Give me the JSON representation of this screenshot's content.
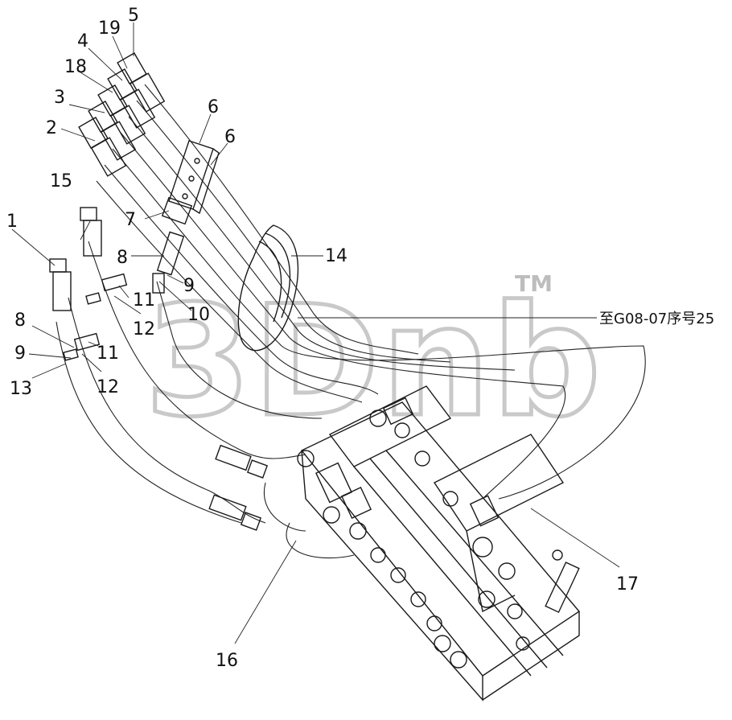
{
  "callouts": [
    {
      "id": "c5",
      "text": "5"
    },
    {
      "id": "c19",
      "text": "19"
    },
    {
      "id": "c4",
      "text": "4"
    },
    {
      "id": "c18",
      "text": "18"
    },
    {
      "id": "c3",
      "text": "3"
    },
    {
      "id": "c2",
      "text": "2"
    },
    {
      "id": "c6a",
      "text": "6"
    },
    {
      "id": "c6b",
      "text": "6"
    },
    {
      "id": "c15",
      "text": "15"
    },
    {
      "id": "c1",
      "text": "1"
    },
    {
      "id": "c7",
      "text": "7"
    },
    {
      "id": "c8a",
      "text": "8"
    },
    {
      "id": "c9a",
      "text": "9"
    },
    {
      "id": "c10",
      "text": "10"
    },
    {
      "id": "c11a",
      "text": "11"
    },
    {
      "id": "c12a",
      "text": "12"
    },
    {
      "id": "c14",
      "text": "14"
    },
    {
      "id": "c8b",
      "text": "8"
    },
    {
      "id": "c9b",
      "text": "9"
    },
    {
      "id": "c13",
      "text": "13"
    },
    {
      "id": "c11b",
      "text": "11"
    },
    {
      "id": "c12b",
      "text": "12"
    },
    {
      "id": "c16",
      "text": "16"
    },
    {
      "id": "c17",
      "text": "17"
    }
  ],
  "reference_note": "至G08-07序号25",
  "watermark": {
    "text": "3Dnb",
    "trademark": "TM"
  }
}
